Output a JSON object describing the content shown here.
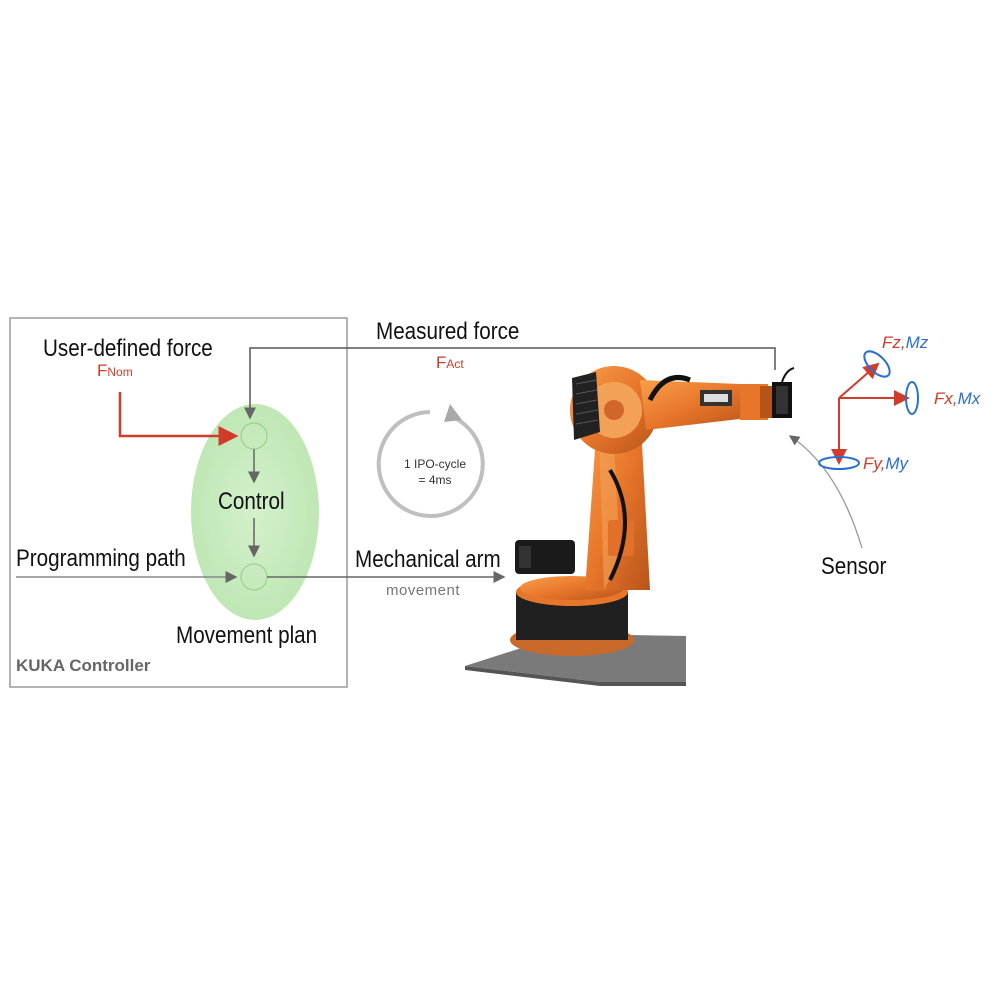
{
  "controller": {
    "box_label": "KUKA Controller",
    "user_force_label": "User-defined force",
    "f_nom": {
      "symbol": "F",
      "subscript": "Nom"
    },
    "control_label": "Control",
    "programming_path_label": "Programming path",
    "movement_plan_label": "Movement plan"
  },
  "feedback": {
    "measured_force_label": "Measured force",
    "f_act": {
      "symbol": "F",
      "subscript": "Act"
    }
  },
  "ipo_cycle": {
    "line1": "1 IPO-cycle",
    "line2": "= 4ms"
  },
  "output": {
    "mechanical_arm_label": "Mechanical arm",
    "movement_label": "movement"
  },
  "sensor": {
    "label": "Sensor",
    "axes": {
      "z": {
        "force": "Fz,",
        "moment": "Mz"
      },
      "x": {
        "force": "Fx,",
        "moment": "Mx"
      },
      "y": {
        "force": "Fy,",
        "moment": "My"
      }
    }
  },
  "colors": {
    "force_red": "#d23a2a",
    "moment_blue": "#2a6fd6",
    "robot_orange": "#e8762a",
    "control_green": "#c9ecc0"
  },
  "icons": [
    "robot-arm-image",
    "force-torque-sensor-icon",
    "cycle-arrow-icon"
  ]
}
